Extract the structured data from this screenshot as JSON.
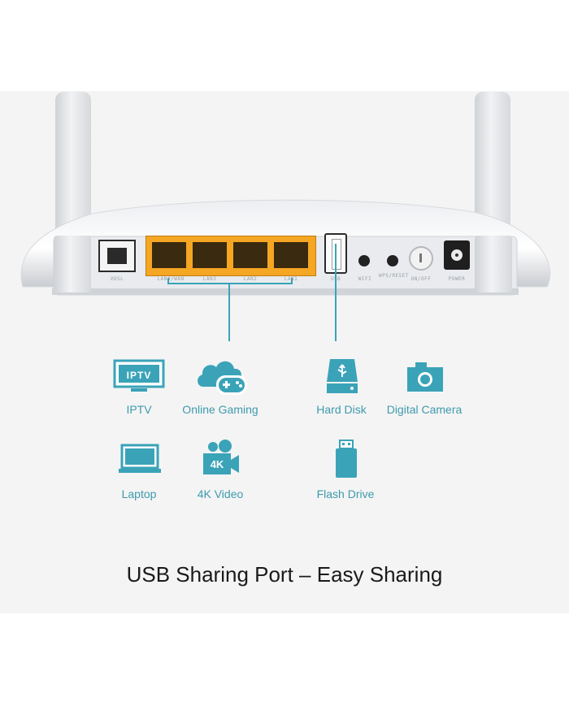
{
  "router": {
    "ports": [
      "VDSL",
      "LAN4/WAN",
      "LAN3",
      "LAN2",
      "LAN1",
      "USB",
      "WIFI",
      "WPS/RESET",
      "ON/OFF",
      "POWER"
    ]
  },
  "devices": [
    {
      "label": "IPTV",
      "icon": "tv-icon",
      "screen_text": "IPTV"
    },
    {
      "label": "Online Gaming",
      "icon": "cloud-gamepad-icon"
    },
    {
      "label": "Hard Disk",
      "icon": "hard-disk-icon"
    },
    {
      "label": "Digital Camera",
      "icon": "camera-icon"
    },
    {
      "label": "Laptop",
      "icon": "laptop-icon"
    },
    {
      "label": "4K Video",
      "icon": "video-camera-icon",
      "badge": "4K"
    },
    {
      "label": "Flash Drive",
      "icon": "flash-drive-icon"
    }
  ],
  "tagline": "USB Sharing Port – Easy Sharing",
  "colors": {
    "accent": "#3aa3b8",
    "lan_ports": "#f5a623",
    "background": "#f4f4f4"
  }
}
